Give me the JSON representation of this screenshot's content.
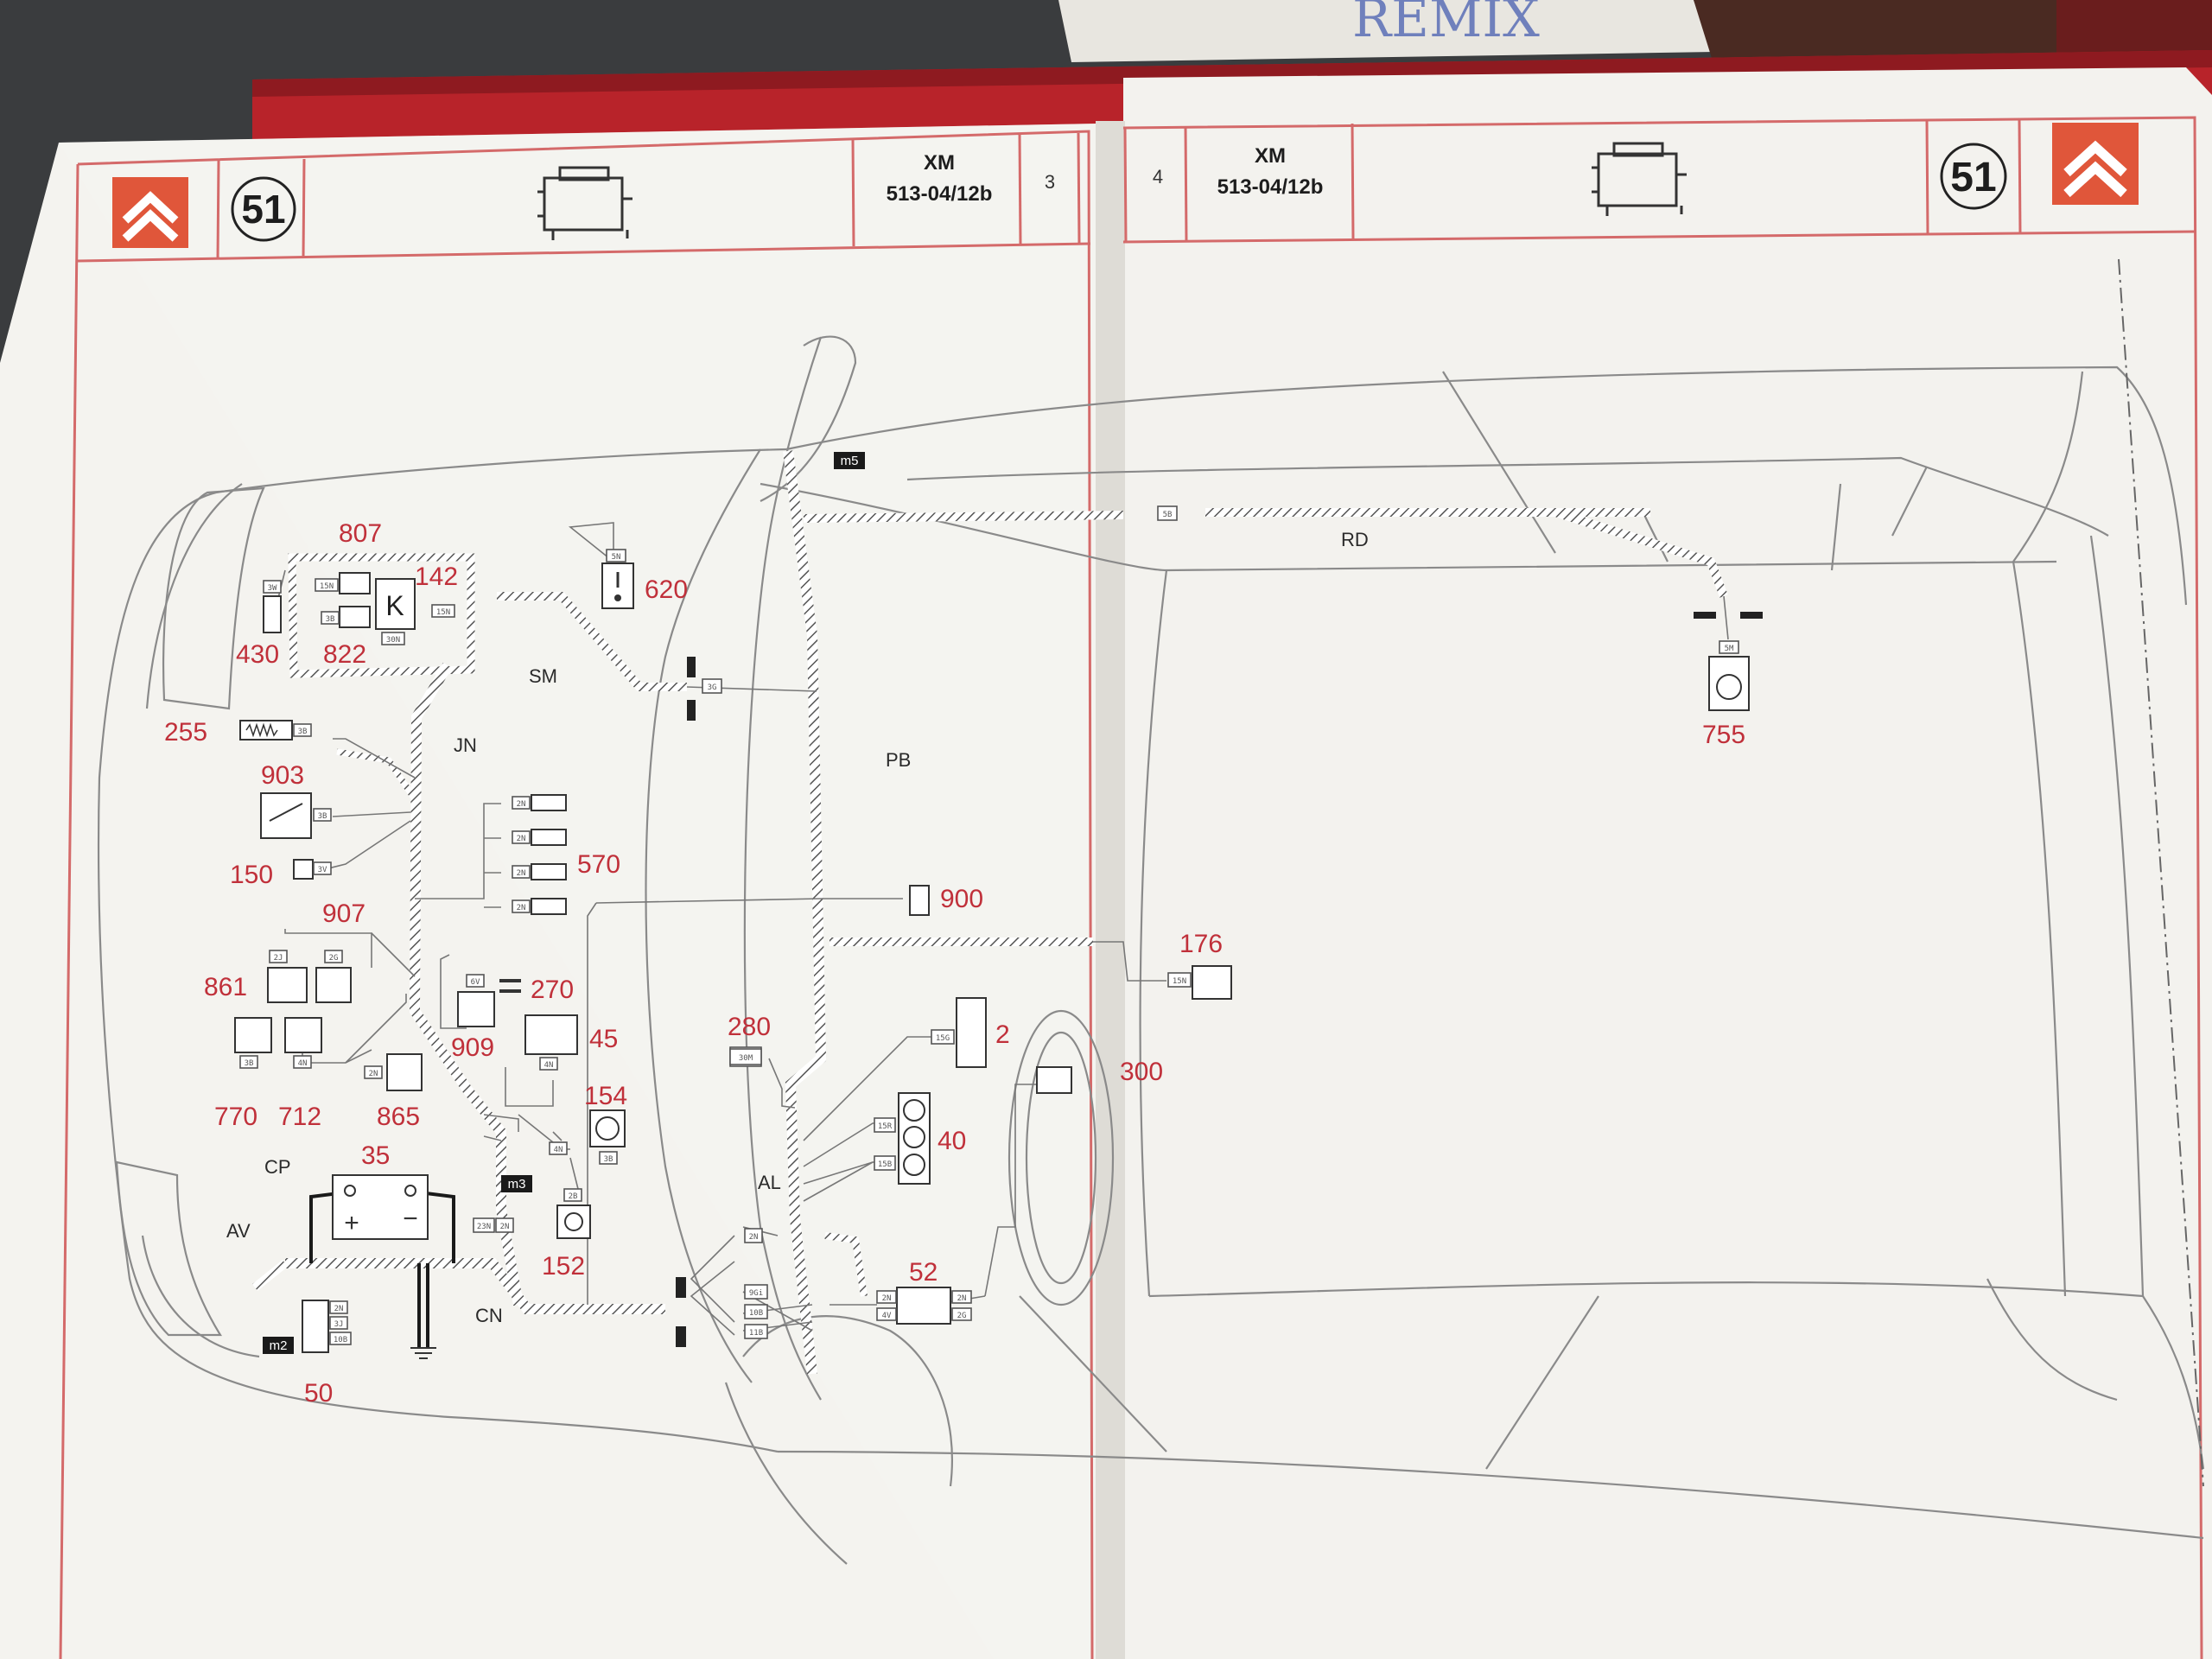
{
  "header": {
    "left": {
      "section": "51",
      "model": "XM",
      "code": "513-04/12b",
      "page": "3"
    },
    "right": {
      "section": "51",
      "model": "XM",
      "code": "513-04/12b",
      "page": "4"
    }
  },
  "background": {
    "handwriting": "REMIX"
  },
  "diagram": {
    "harnesses": {
      "jn": "JN",
      "sm": "SM",
      "pb": "PB",
      "rd": "RD",
      "cp": "CP",
      "av": "AV",
      "cn": "CN",
      "al": "AL"
    },
    "earth_points": {
      "m2": "m2",
      "m3": "m3",
      "m5": "m5"
    },
    "components": {
      "c807": "807",
      "c142": "142",
      "c430": "430",
      "c822": "822",
      "c620": "620",
      "c255": "255",
      "c903": "903",
      "c150": "150",
      "c570": "570",
      "c900": "900",
      "c176": "176",
      "c907": "907",
      "c861": "861",
      "c270": "270",
      "c909": "909",
      "c45": "45",
      "c280": "280",
      "c2": "2",
      "c300": "300",
      "c770": "770",
      "c712": "712",
      "c865": "865",
      "c154": "154",
      "c40": "40",
      "c35": "35",
      "c152": "152",
      "c52": "52",
      "c50": "50",
      "c755": "755"
    },
    "connectors": {
      "k620": "5N",
      "k142a": "3W",
      "k142b": "15N",
      "k142c": "3B",
      "k142d": "15N",
      "k142e": "30N",
      "k_sm": "3G",
      "k_rd": "5B",
      "k755": "5M",
      "k255": "3B",
      "k903": "3B",
      "k150": "3V",
      "k570a": "2N",
      "k570b": "2N",
      "k570c": "2N",
      "k570d": "2N",
      "k176": "15N",
      "k2": "15G",
      "k280": "30M",
      "k40a": "15R",
      "k40b": "15B",
      "k907a": "2J",
      "k907b": "2G",
      "k770": "3B",
      "k712": "4N",
      "k865": "2N",
      "k909": "6V",
      "k45": "4N",
      "k154a": "4N",
      "k154b": "3B",
      "k152": "2B",
      "k_al": "2N",
      "k_cn1": "23N",
      "k_cn2": "2N",
      "k_mid1": "9Gi",
      "k_mid2": "10B",
      "k_mid3": "11B",
      "k52a": "2N",
      "k52b": "4V",
      "k52c": "2N",
      "k52d": "2G",
      "k50a": "2N",
      "k50b": "3J",
      "k50c": "10B"
    },
    "battery_signs": {
      "plus": "+",
      "minus": "−"
    },
    "relay_k": "K"
  }
}
